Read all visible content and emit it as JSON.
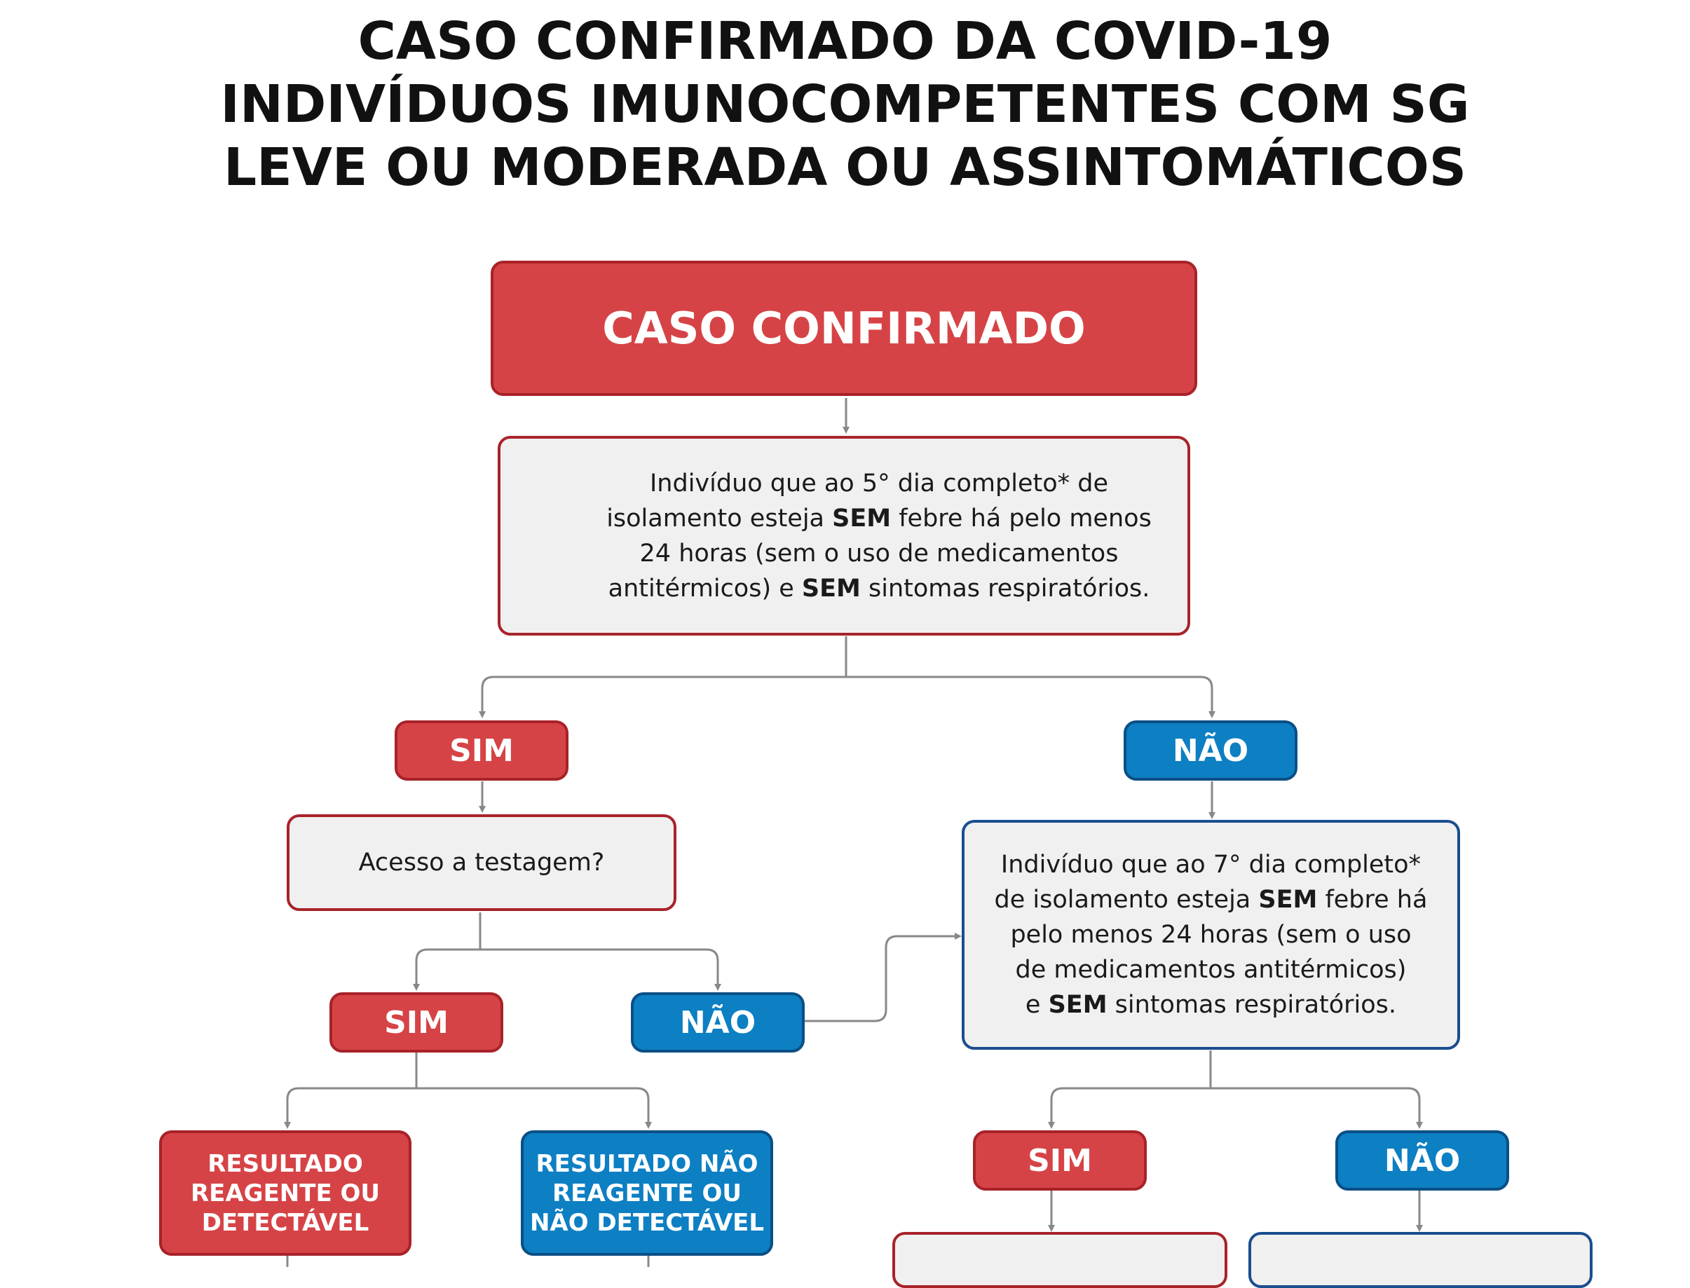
{
  "title_lines": [
    "CASO CONFIRMADO DA COVID-19",
    "INDIVÍDUOS IMUNOCOMPETENTES COM SG",
    "LEVE OU MODERADA OU ASSINTOMÁTICOS"
  ],
  "top_box": "CASO CONFIRMADO",
  "day5": {
    "lines": [
      "Indivíduo que ao 5° dia completo* de",
      "isolamento esteja ",
      " febre há pelo menos",
      "24 horas (sem o uso de medicamentos",
      "antitérmicos) e ",
      " sintomas respiratórios."
    ],
    "emph": "SEM"
  },
  "yes": "SIM",
  "no": "NÃO",
  "testing_question": "Acesso a testagem?",
  "day7": {
    "lines": [
      "Indivíduo que ao 7° dia completo*",
      "de isolamento esteja ",
      " febre há",
      "pelo menos 24 horas (sem o uso",
      "de medicamentos antitérmicos)",
      "e ",
      " sintomas respiratórios."
    ],
    "emph": "SEM"
  },
  "result_positive": [
    "RESULTADO",
    "REAGENTE OU",
    "DETECTÁVEL"
  ],
  "result_negative": [
    "RESULTADO NÃO",
    "REAGENTE OU",
    "NÃO DETECTÁVEL"
  ],
  "colors": {
    "red": "#d64346",
    "red_border": "#a82228",
    "blue": "#0d7fc3",
    "blue_border": "#0a4f86",
    "gray_box": "#f0f0f0",
    "connector": "#888888"
  }
}
